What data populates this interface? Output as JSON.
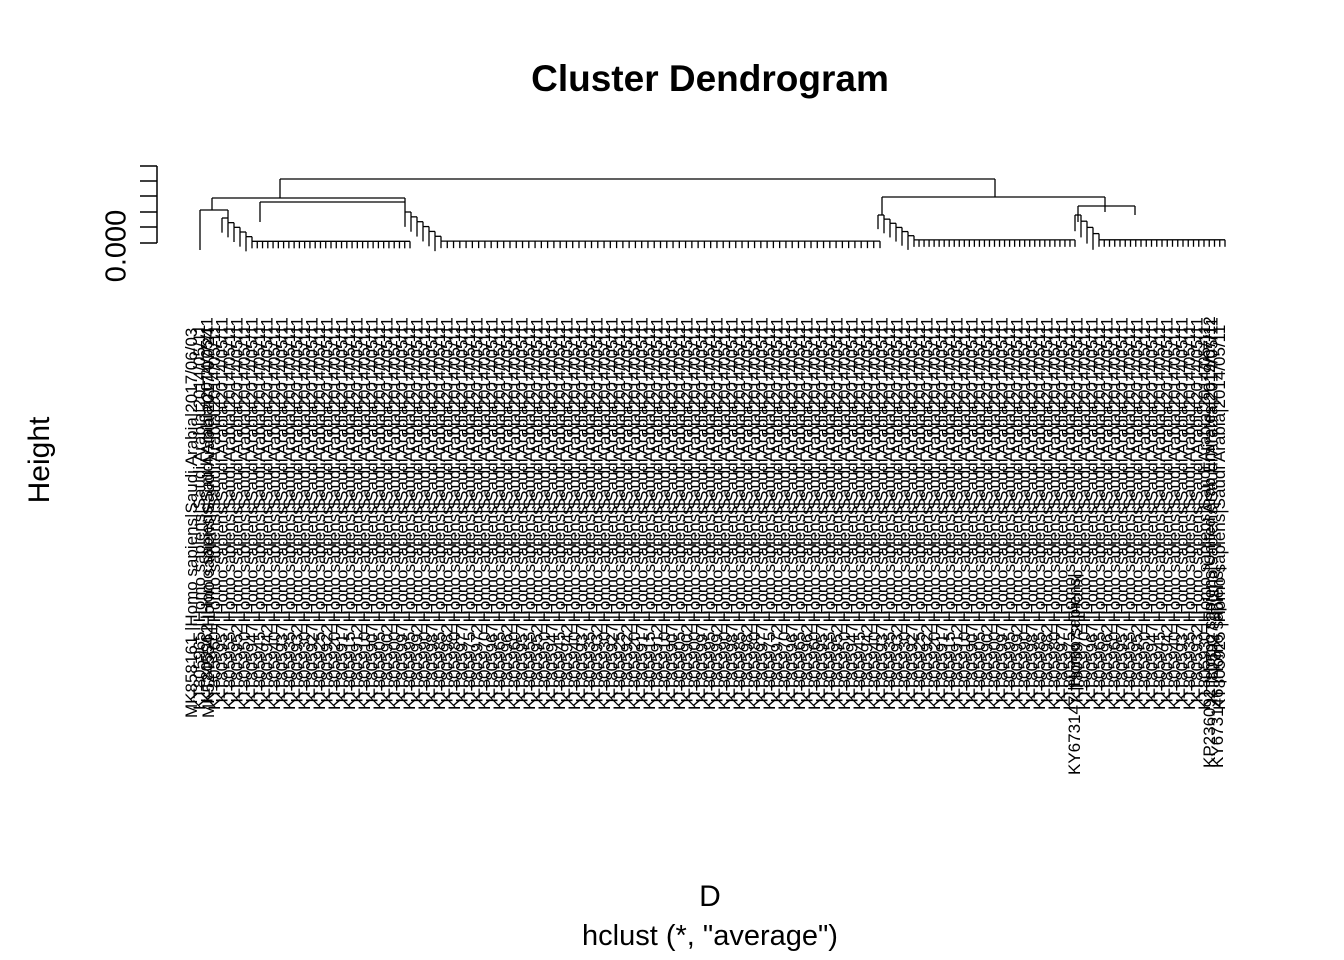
{
  "chart_data": {
    "type": "dendrogram",
    "title": "Cluster Dendrogram",
    "xlabel": "D",
    "sub": "hclust (*, \"average\")",
    "ylabel": "Height",
    "y_tick_labels": [
      "0.000"
    ],
    "leaf_labels": [
      "MK858161 |Homo sapiens|Saudi Arabia|2017/06/03",
      "MK524554 |Homo sapiens|Saudi Arabia|2017/07/24",
      "KY673147 |Homo sapiens|",
      "KP236092 |Homo sapiens|United Arab Emirates|2019/07/12",
      "KY673146 |Homo sapiens|"
    ]
  }
}
